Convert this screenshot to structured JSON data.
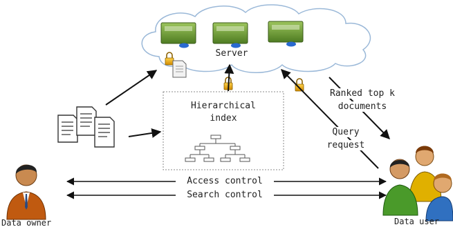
{
  "cloud": {
    "server_label": "Server"
  },
  "index": {
    "line1": "Hierarchical",
    "line2": "index"
  },
  "ranked": {
    "line1": "Ranked top k",
    "line2": "documents"
  },
  "query": {
    "line1": "Query",
    "line2": "request"
  },
  "access_control_label": "Access control",
  "search_control_label": "Search control",
  "data_owner_label": "Data owner",
  "data_user_label": "Data user",
  "colors": {
    "server_green": "#6a9a3a",
    "cloud_stroke": "#9ab8d8",
    "lock_gold": "#e0a000",
    "owner_shirt": "#c05a10",
    "user_shirt_green": "#4a9a2a",
    "user_shirt_yellow": "#e0b000",
    "user_shirt_blue": "#3070c0"
  }
}
